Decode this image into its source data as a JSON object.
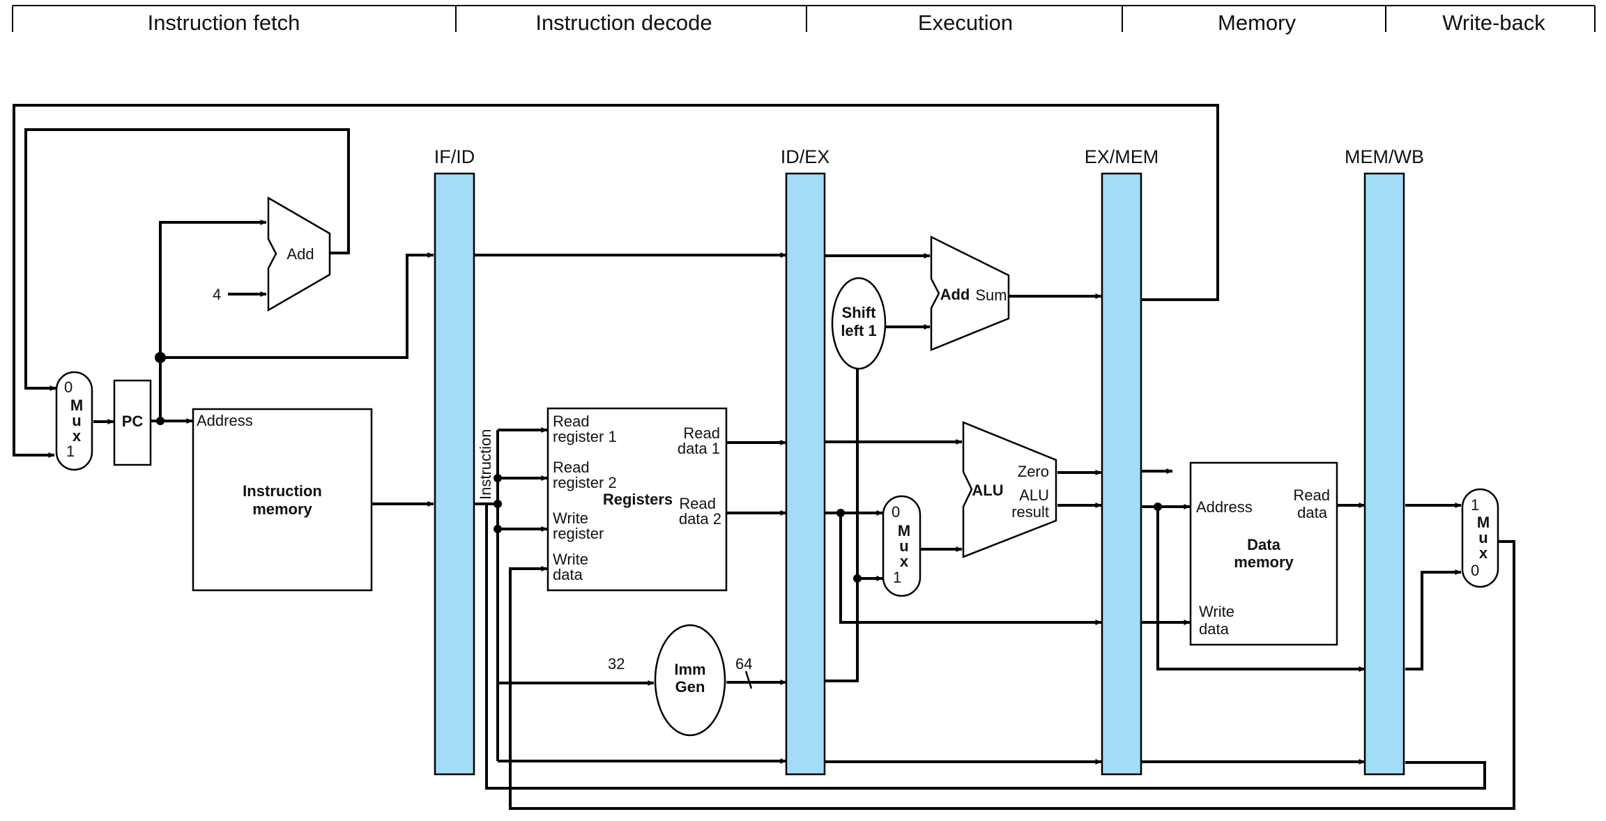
{
  "stages": [
    "Instruction fetch",
    "Instruction decode",
    "Execution",
    "Memory",
    "Write-back"
  ],
  "pipeline_registers": [
    "IF/ID",
    "ID/EX",
    "EX/MEM",
    "MEM/WB"
  ],
  "components": {
    "pc": "PC",
    "mux_if": {
      "zero": "0",
      "one": "1",
      "m": "M",
      "u": "u",
      "x": "x"
    },
    "add_if": "Add",
    "const_four": "4",
    "imem": {
      "address": "Address",
      "line1": "Instruction",
      "line2": "memory"
    },
    "instruction_bus": "Instruction",
    "registers": {
      "title": "Registers",
      "read_reg1_a": "Read",
      "read_reg1_b": "register 1",
      "read_reg2_a": "Read",
      "read_reg2_b": "register 2",
      "write_reg_a": "Write",
      "write_reg_b": "register",
      "write_data_a": "Write",
      "write_data_b": "data",
      "read_data1_a": "Read",
      "read_data1_b": "data 1",
      "read_data2_a": "Read",
      "read_data2_b": "data 2"
    },
    "immgen": {
      "line1": "Imm",
      "line2": "Gen",
      "in_width": "32",
      "out_width": "64"
    },
    "shift": {
      "line1": "Shift",
      "line2": "left 1"
    },
    "add_ex": {
      "name": "Add",
      "sum": "Sum"
    },
    "mux_ex": {
      "zero": "0",
      "one": "1",
      "m": "M",
      "u": "u",
      "x": "x"
    },
    "alu": {
      "name": "ALU",
      "zero": "Zero",
      "result_a": "ALU",
      "result_b": "result"
    },
    "dmem": {
      "address": "Address",
      "read_a": "Read",
      "read_b": "data",
      "write_a": "Write",
      "write_b": "data",
      "line1": "Data",
      "line2": "memory"
    },
    "mux_wb": {
      "one": "1",
      "zero": "0",
      "m": "M",
      "u": "u",
      "x": "x"
    }
  }
}
